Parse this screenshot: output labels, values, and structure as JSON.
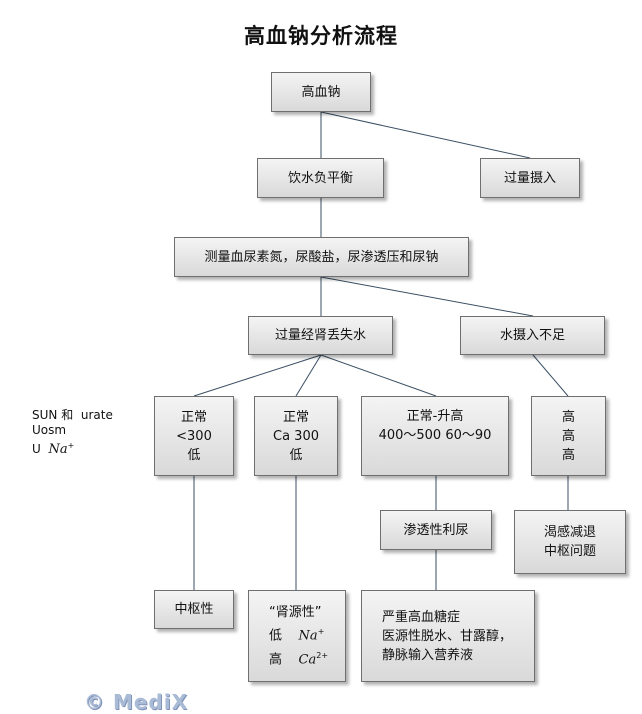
{
  "title": "高血钠分析流程",
  "nodes": {
    "hypernatremia": "高血钠",
    "negative_balance": "饮水负平衡",
    "excess_intake": "过量摄入",
    "measure": "测量血尿素氮，尿酸盐，尿渗透压和尿钠",
    "renal_loss": "过量经肾丢失水",
    "insufficient_intake": "水摄入不足",
    "col1": [
      "正常",
      "<300",
      "低"
    ],
    "col2": [
      "正常",
      "Ca 300",
      "低"
    ],
    "col3": [
      "正常-升高",
      "400～500 60～90"
    ],
    "col4": [
      "高",
      "高",
      "高"
    ],
    "osmotic_diuresis": "渗透性利尿",
    "thirst": [
      "渴感减退",
      "中枢问题"
    ],
    "central": "中枢性",
    "nephrogenic": {
      "title": "“肾源性”",
      "low": "低",
      "low_ion": "Na",
      "high": "高",
      "high_ion": "Ca",
      "high_charge": "2+"
    },
    "severe": [
      "严重高血糖症",
      "医源性脱水、甘露醇，",
      "静脉输入营养液"
    ]
  },
  "row_labels": {
    "line1_a": "SUN 和",
    "line1_b": "urate",
    "line2": "Uosm",
    "line3_prefix": "U",
    "line3_ion": "Na"
  },
  "watermark": "© MediX"
}
